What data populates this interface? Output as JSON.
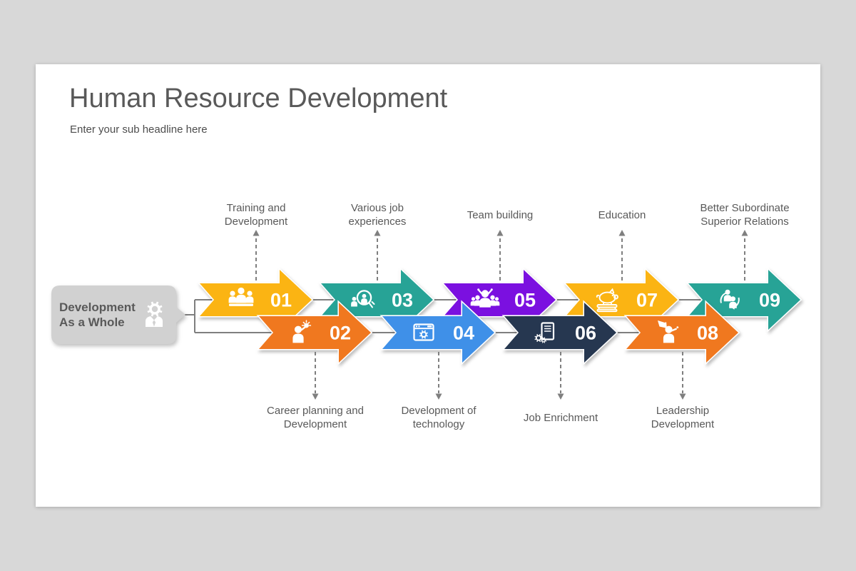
{
  "canvas": {
    "background": "#d8d8d8",
    "slide_background": "#ffffff"
  },
  "header": {
    "title": "Human Resource Development",
    "subtitle": "Enter your sub headline here",
    "title_color": "#595959"
  },
  "intro_box": {
    "label": "Development As a Whole",
    "lines": [
      "Development",
      "As a Whole"
    ],
    "icon": "person-gear-icon",
    "background": "#d1d1d1",
    "text_color": "#595959"
  },
  "connector": {
    "color": "#7f7f7f",
    "dashed_color": "#7f7f7f",
    "style": "dashed"
  },
  "text_colors": {
    "label": "#595959",
    "number": "#ffffff"
  },
  "steps": [
    {
      "number": "01",
      "row": "top",
      "color": "#fbb413",
      "icon": "audience-icon",
      "label": "Training and Development",
      "lines": [
        "Training and",
        "Development"
      ]
    },
    {
      "number": "02",
      "row": "bottom",
      "color": "#f0781f",
      "icon": "person-idea-icon",
      "label": "Career planning and Development",
      "lines": [
        "Career planning and",
        "Development"
      ]
    },
    {
      "number": "03",
      "row": "top",
      "color": "#27a396",
      "icon": "person-search-icon",
      "label": "Various job experiences",
      "lines": [
        "Various job",
        "experiences"
      ]
    },
    {
      "number": "04",
      "row": "bottom",
      "color": "#3f90e8",
      "icon": "window-gear-icon",
      "label": "Development of technology",
      "lines": [
        "Development of",
        "technology"
      ]
    },
    {
      "number": "05",
      "row": "top",
      "color": "#7b10e0",
      "icon": "team-icon",
      "label": "Team building",
      "lines": [
        "Team building"
      ]
    },
    {
      "number": "06",
      "row": "bottom",
      "color": "#263750",
      "icon": "document-gears-icon",
      "label": "Job Enrichment",
      "lines": [
        "Job Enrichment"
      ]
    },
    {
      "number": "07",
      "row": "top",
      "color": "#fbb413",
      "icon": "piggy-books-icon",
      "label": "Education",
      "lines": [
        "Education"
      ]
    },
    {
      "number": "08",
      "row": "bottom",
      "color": "#f0781f",
      "icon": "leader-flag-icon",
      "label": "Leadership Development",
      "lines": [
        "Leadership",
        "Development"
      ]
    },
    {
      "number": "09",
      "row": "top",
      "color": "#27a396",
      "icon": "people-sync-icon",
      "label": "Better Subordinate Superior Relations",
      "lines": [
        "Better Subordinate",
        "Superior Relations"
      ]
    }
  ]
}
